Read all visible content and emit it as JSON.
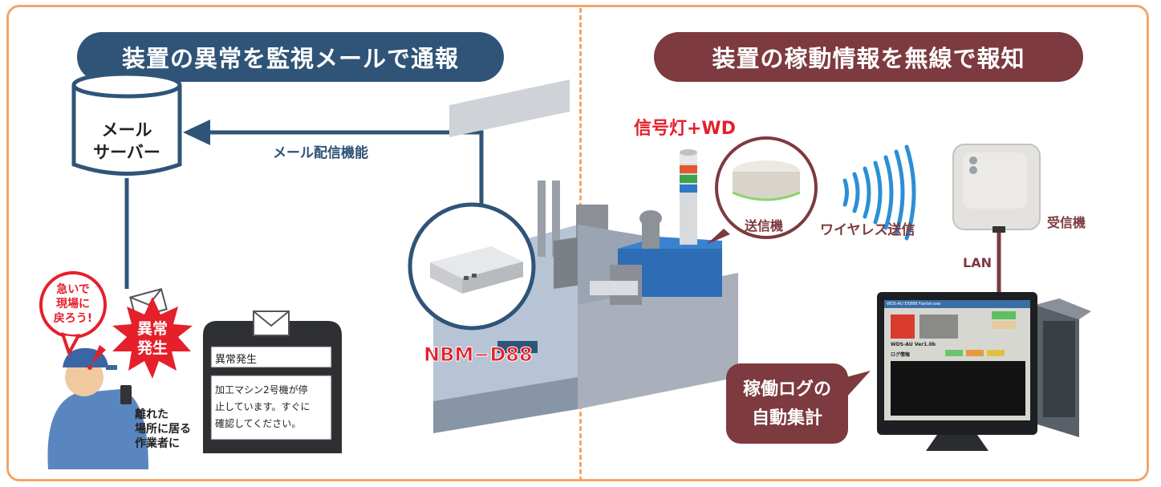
{
  "left_panel": {
    "title": "装置の異常を監視メールで通報",
    "mail_server_label_1": "メール",
    "mail_server_label_2": "サーバー",
    "mail_function_label": "メール配信機能",
    "worker_speech_1": "急いで",
    "worker_speech_2": "現場に",
    "worker_speech_3": "戻ろう!",
    "alert_burst_1": "異常",
    "alert_burst_2": "発生",
    "worker_caption_1": "離れた",
    "worker_caption_2": "場所に居る",
    "worker_caption_3": "作業者に",
    "phone_message_subject": "異常発生",
    "phone_message_body_1": "加工マシン2号機が停",
    "phone_message_body_2": "止しています。すぐに",
    "phone_message_body_3": "確認してください。",
    "device_label": "NBM−D88"
  },
  "right_panel": {
    "title": "装置の稼動情報を無線で報知",
    "signal_light_label": "信号灯+WD",
    "transmitter_label": "送信機",
    "wireless_label": "ワイヤレス送信",
    "receiver_label": "受信機",
    "lan_label": "LAN",
    "log_label_1": "稼働ログの",
    "log_label_2": "自動集計",
    "screen_title": "WDS-AU EX888 Fainter.exe",
    "screen_version": "WDS-AU Ver1.0b",
    "screen_section": "ログ情報"
  },
  "colors": {
    "frame": "#f2a66a",
    "left_accent": "#2f5478",
    "right_accent": "#7d3a3f",
    "alert_red": "#e5202b"
  }
}
